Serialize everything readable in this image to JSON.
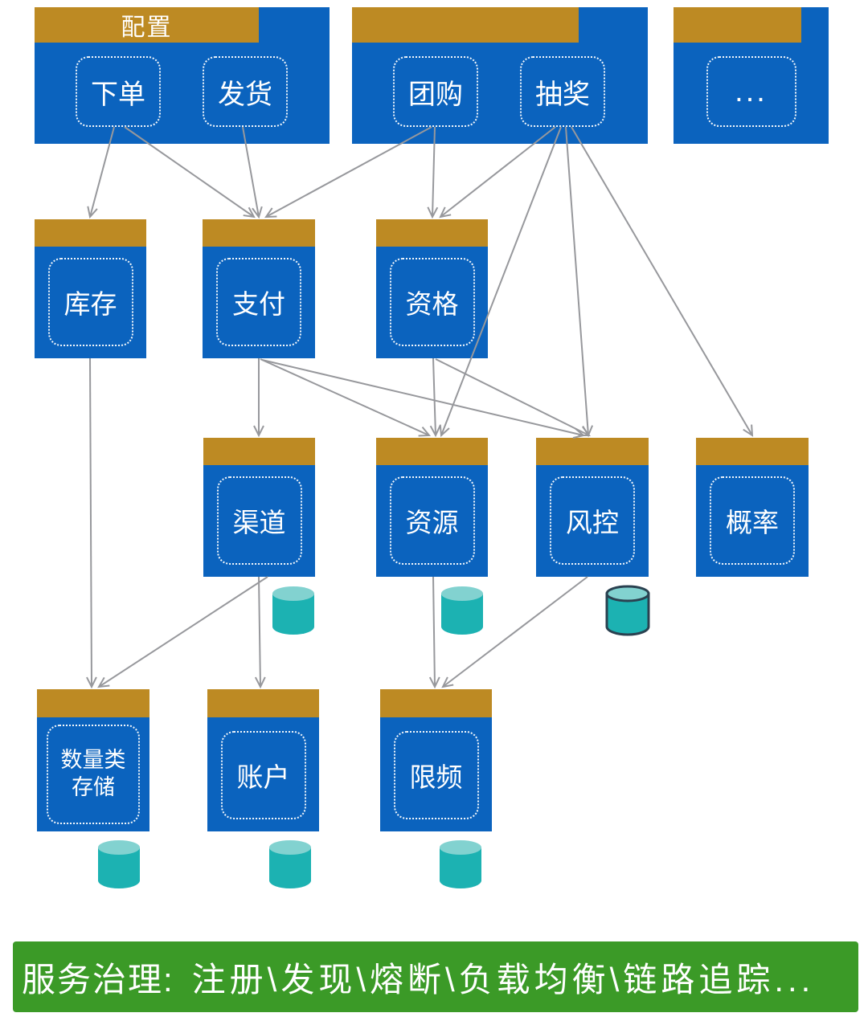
{
  "colors": {
    "blue": "#0b63be",
    "orange": "#bd8a23",
    "gray": "#97989c",
    "teal": "#1cb2b2",
    "teal_light": "#82d2d0",
    "teal_dark": "#2a4150",
    "green": "#3b9a27",
    "white": "#ffffff"
  },
  "icons": {
    "database_icon": "teal-cylinder"
  },
  "row1": {
    "groups": [
      {
        "header": "配置",
        "items": [
          "下单",
          "发货"
        ]
      },
      {
        "header": "",
        "items": [
          "团购",
          "抽奖"
        ]
      },
      {
        "header": "",
        "items": [
          "..."
        ]
      }
    ]
  },
  "row2": [
    "库存",
    "支付",
    "资格"
  ],
  "row3": [
    "渠道",
    "资源",
    "风控",
    "概率"
  ],
  "row4": [
    {
      "lines": [
        "数量类",
        "存储"
      ]
    },
    {
      "label": "账户"
    },
    {
      "label": "限频"
    }
  ],
  "footer": {
    "prefix": "服务治理:",
    "items": "注册\\发现\\熔断\\负载均衡\\链路追踪..."
  }
}
